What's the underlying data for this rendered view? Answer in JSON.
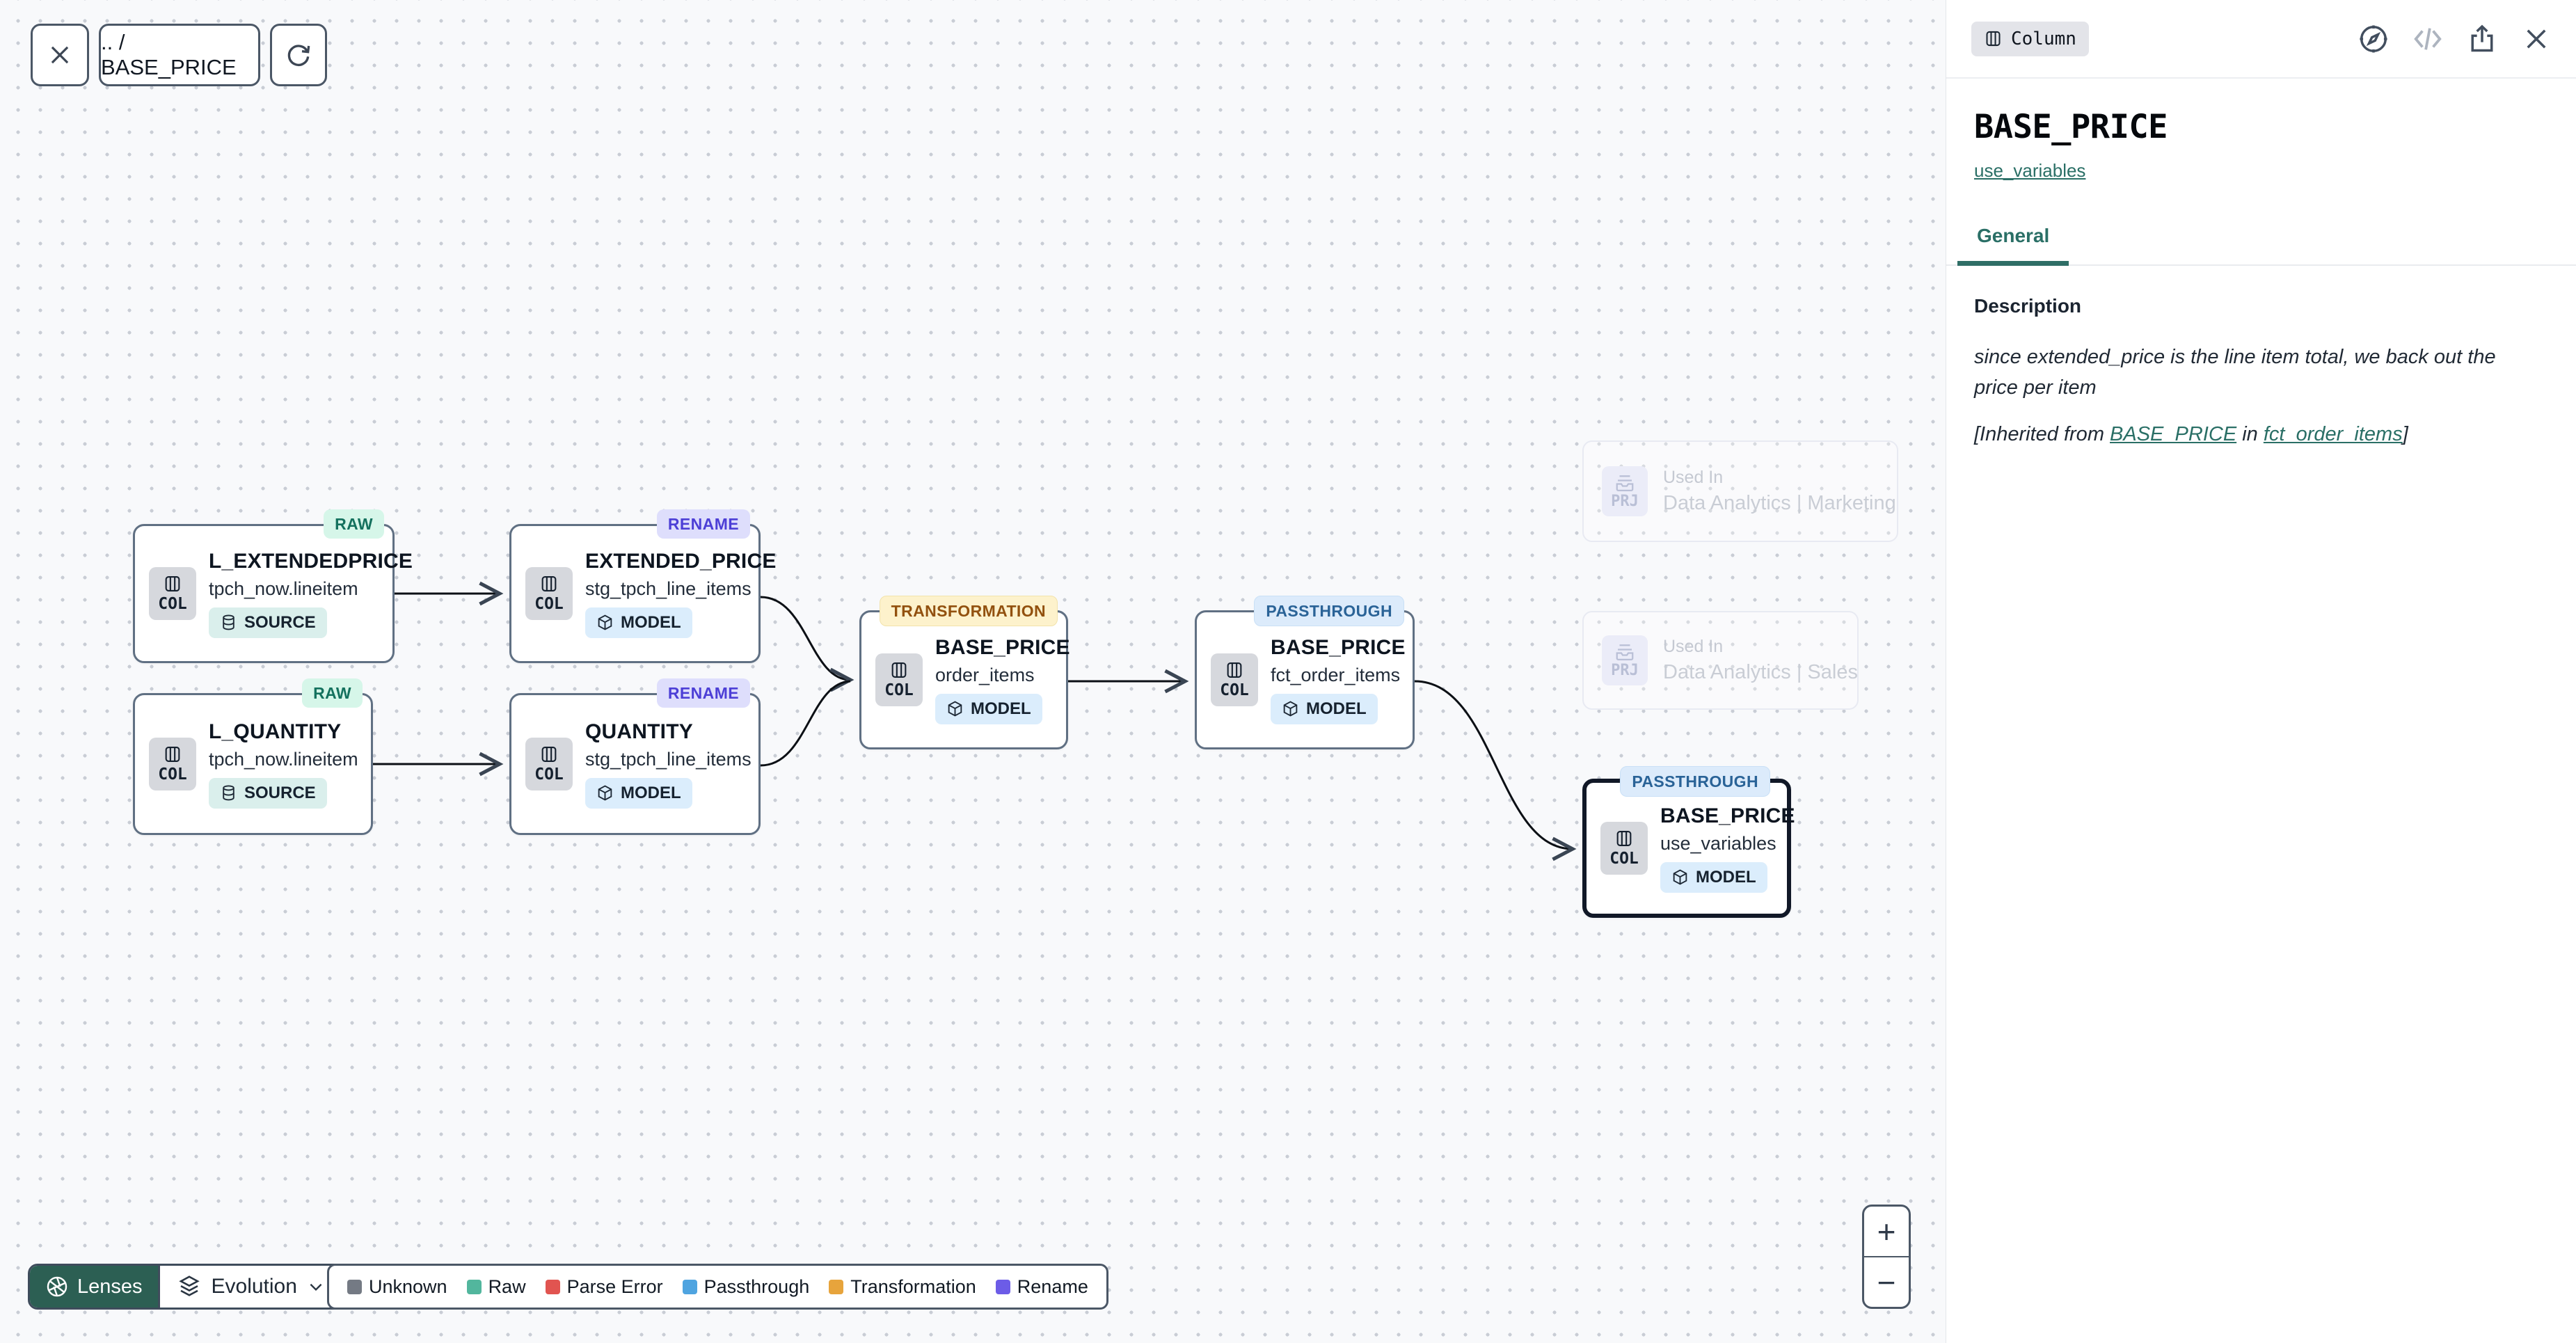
{
  "toolbar": {
    "breadcrumb": ".. / BASE_PRICE"
  },
  "graph": {
    "col_label": "COL",
    "prj_label": "PRJ",
    "nodes": [
      {
        "title": "L_EXTENDEDPRICE",
        "subtitle": "tpch_now.lineitem",
        "kind": "SOURCE",
        "badge": "RAW"
      },
      {
        "title": "EXTENDED_PRICE",
        "subtitle": "stg_tpch_line_items",
        "kind": "MODEL",
        "badge": "RENAME"
      },
      {
        "title": "L_QUANTITY",
        "subtitle": "tpch_now.lineitem",
        "kind": "SOURCE",
        "badge": "RAW"
      },
      {
        "title": "QUANTITY",
        "subtitle": "stg_tpch_line_items",
        "kind": "MODEL",
        "badge": "RENAME"
      },
      {
        "title": "BASE_PRICE",
        "subtitle": "order_items",
        "kind": "MODEL",
        "badge": "TRANSFORMATION"
      },
      {
        "title": "BASE_PRICE",
        "subtitle": "fct_order_items",
        "kind": "MODEL",
        "badge": "PASSTHROUGH"
      },
      {
        "title": "BASE_PRICE",
        "subtitle": "use_variables",
        "kind": "MODEL",
        "badge": "PASSTHROUGH",
        "selected": true
      }
    ],
    "ghosts": [
      {
        "label": "Used In",
        "name": "Data Analytics | Marketing"
      },
      {
        "label": "Used In",
        "name": "Data Analytics | Sales"
      }
    ],
    "edges": [
      {
        "from": "L_EXTENDEDPRICE/tpch_now.lineitem",
        "to": "EXTENDED_PRICE/stg_tpch_line_items"
      },
      {
        "from": "L_QUANTITY/tpch_now.lineitem",
        "to": "QUANTITY/stg_tpch_line_items"
      },
      {
        "from": "EXTENDED_PRICE/stg_tpch_line_items",
        "to": "BASE_PRICE/order_items"
      },
      {
        "from": "QUANTITY/stg_tpch_line_items",
        "to": "BASE_PRICE/order_items"
      },
      {
        "from": "BASE_PRICE/order_items",
        "to": "BASE_PRICE/fct_order_items"
      },
      {
        "from": "BASE_PRICE/fct_order_items",
        "to": "BASE_PRICE/use_variables"
      }
    ]
  },
  "footer": {
    "lenses_label": "Lenses",
    "lens_selected": "Evolution",
    "legend": [
      {
        "label": "Unknown",
        "color": "#747a84"
      },
      {
        "label": "Raw",
        "color": "#52b69d"
      },
      {
        "label": "Parse Error",
        "color": "#e15450"
      },
      {
        "label": "Passthrough",
        "color": "#4fa4e0"
      },
      {
        "label": "Transformation",
        "color": "#e7a43c"
      },
      {
        "label": "Rename",
        "color": "#6c5ce7"
      }
    ]
  },
  "zoom_controls": {
    "zoom_in": "+",
    "zoom_out": "−"
  },
  "panel": {
    "chip": "Column",
    "title": "BASE_PRICE",
    "model_link": "use_variables",
    "tabs": [
      {
        "label": "General",
        "active": true
      }
    ],
    "description": {
      "heading": "Description",
      "body": "since extended_price is the line item total, we back out the price per item",
      "inherited_prefix": "[Inherited from ",
      "inherited_column_link": "BASE_PRICE",
      "inherited_middle": " in ",
      "inherited_model_link": "fct_order_items",
      "inherited_suffix": "]"
    },
    "accent_color": "#2a6f66"
  },
  "icons": {
    "toolbar": [
      "close-icon",
      "refresh-icon"
    ],
    "panel_header": [
      "column-icon",
      "compass-icon",
      "code-icon",
      "share-icon",
      "close-icon"
    ],
    "node": [
      "column-icon",
      "database-icon",
      "cube-icon",
      "project-icon"
    ],
    "footer": [
      "aperture-icon",
      "layers-icon",
      "chevron-down-icon"
    ]
  }
}
